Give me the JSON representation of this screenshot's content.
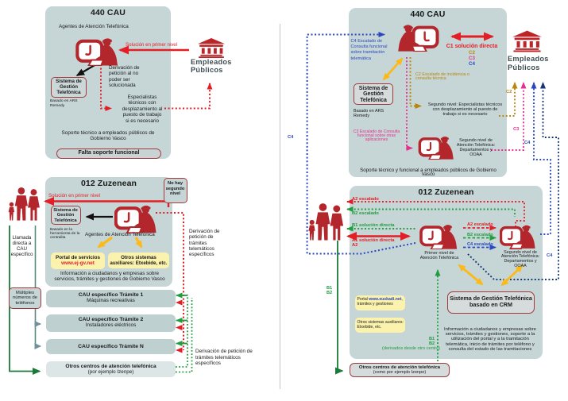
{
  "colors": {
    "panel": "#c6d6d6",
    "icon_red": "#b2262c",
    "bright_red": "#e31e24",
    "green": "#1f9d3f",
    "dark_green": "#1a7a38",
    "gray_teal_arrow": "#6e939b",
    "gold": "#b8860b",
    "yellow_arrow": "#fcb918",
    "pink": "#e6308e",
    "blue": "#2847c0",
    "navy": "#173473",
    "yellow_box": "#fbf2ae",
    "box_border_red": "#a2393d"
  },
  "left": {
    "cau440": {
      "title": "440 CAU",
      "agents": "Agentes de Atención Telefónica",
      "solucion": "Solución en primer nivel",
      "derivacion": "Derivación de\npetición al no\npoder ser\nsolucionada",
      "sistema": "Sistema de\nGestión\nTelefónica",
      "sistema_sub": "Basado en ARS\nRemedy",
      "especialistas": "Especialistas\ntécnicos con\ndesplazamiento al\npuesto de trabajo\nsi es necesario",
      "soporte": "Soporte técnico a empleados públicos de\nGobierno Vasco",
      "pill": "Falta soporte funcional"
    },
    "empleados": "Empleados\nPúblicos",
    "zuzenean": {
      "title": "012 Zuzenean",
      "no_second": "No hay\nsegundo\nnivel",
      "solucion": "Solución en primer nivel",
      "sistema": "Sistema de\nGestión\nTelefónica",
      "sistema_sub": "Basado en la\nherramienta de la\ncentralita",
      "agents": "Agentes de Atención Telefónica",
      "portal_line1": "Portal de servicios",
      "portal_link": "www.ej-gv.net",
      "otros_sistemas": "Otros sistemas\nauxiliares: Etxebide, etc.",
      "informacion": "Información a ciudadanos y empresas sobre\nservicios, trámites y gestiones de Gobierno Vasco",
      "llamada": "Llamada\ndirecta a\nCAU\nespecífico",
      "multiples": "Múltiples\nnúmeros de\nteléfonos",
      "bars": [
        {
          "title": "CAU específico Trámite 1",
          "sub": "Máquinas recreativas"
        },
        {
          "title": "CAU específico Trámite 2",
          "sub": "Instaladores eléctricos"
        },
        {
          "title": "CAU específico Trámite N",
          "sub": ""
        },
        {
          "title": "Otros centros de atención telefónica",
          "sub": "(por ejemplo Izenpe)"
        }
      ],
      "derivacion1": "Derivación de\npetición de\ntrámites\ntelemáticos\nespecíficos",
      "derivacion2": "Derivación de petición de\ntrámites telemáticos\nespecíficos"
    }
  },
  "right": {
    "cau440": {
      "title": "440 CAU",
      "c4_label": "C4 Escalado de\nConsulta funcional\nsobre tramitación\ntelemática",
      "c1": "C1 solución directa",
      "c2": "C2",
      "c3": "C3",
      "c4": "C4",
      "sistema": "Sistema de\nGestión\nTelefónica",
      "sistema_sub": "Basado en ARS\nRemedy",
      "c2_text": "C2 Escalado de incidencia o\nconsulta técnica",
      "segundo_esp": "Segundo nivel: Especialistas técnicos\ncon desplazamiento al puesto de\ntrabajo si es necesario",
      "c3_text": "C3 Escalado de Consulta\nfuncional sobre otras\naplicaciones",
      "segundo_at": "Segundo nivel de\nAtención Telefónica:\nDepartamentos y\nOOAA",
      "soporte": "Soporte técnico y funcional a empleados públicos de Gobierno\nVasco",
      "right_c2": "C2",
      "right_c3": "C3",
      "right_c4": "C4",
      "left_c4": "C4"
    },
    "empleados": "Empleados\nPúblicos",
    "zuzenean": {
      "title": "012 Zuzenean",
      "a2_escalado": "A2 escalado",
      "b2_escalado": "B2 escalado",
      "b1_solucion": "B1 solución directa",
      "a1_solucion": "A1 solución directa\nA2",
      "primer_nivel": "Primer nivel de\nAtención Telefónica",
      "mid_a2": "A2 escalado",
      "mid_b2": "B2 escalado",
      "mid_c4": "C4 escalado",
      "segundo_nivel": "Segundo nivel de\nAtención Telefónica:\nDepartamentos y OOAA",
      "crm": "Sistema de Gestión Telefónica\nbasado en CRM",
      "portal_pre": "Portal ",
      "portal_link": "www.euskadi.net",
      "portal_post": ",\ntrámites y gestiones",
      "otros_sistemas": "Otros sistemas auxiliares:\nEtxebide, etc.",
      "informacion": "Información a ciudadanos y empresas sobre\nservicios, trámites y gestiones, soporte a la\nutilización del portal y a la tramitación\ntelemática, inicio de trámites por teléfono y\nconsulta del estado de las tramitaciones",
      "b1b2_left": "B1\nB2",
      "b1b2_right": "B1\nB2",
      "derivados": "(derivados desde otro centro)",
      "otros_centros_title": "Otros centros de atención telefónica",
      "otros_centros_sub": "(como por ejemplo Izenpe)",
      "c4_out": "C4"
    }
  }
}
